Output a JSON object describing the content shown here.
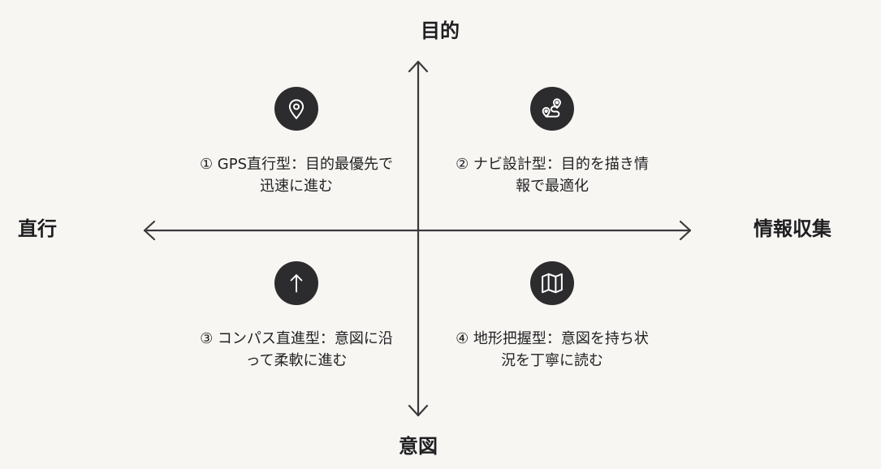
{
  "axes": {
    "top": "目的",
    "bottom": "意図",
    "left": "直行",
    "right": "情報収集"
  },
  "quadrants": [
    {
      "position": "top-left",
      "icon": "map-pin-icon",
      "text": "① GPS直行型：目的最優先で迅速に進む"
    },
    {
      "position": "top-right",
      "icon": "route-icon",
      "text": "② ナビ設計型：目的を描き情報で最適化"
    },
    {
      "position": "bottom-left",
      "icon": "arrow-up-icon",
      "text": "③ コンパス直進型：意図に沿って柔軟に進む"
    },
    {
      "position": "bottom-right",
      "icon": "map-icon",
      "text": "④ 地形把握型：意図を持ち状況を丁寧に読む"
    }
  ],
  "colors": {
    "background": "#f7f6f3",
    "axis": "#3a3a3c",
    "icon_circle": "#2c2c2e",
    "icon_stroke": "#ffffff",
    "text": "#1e1e20"
  }
}
